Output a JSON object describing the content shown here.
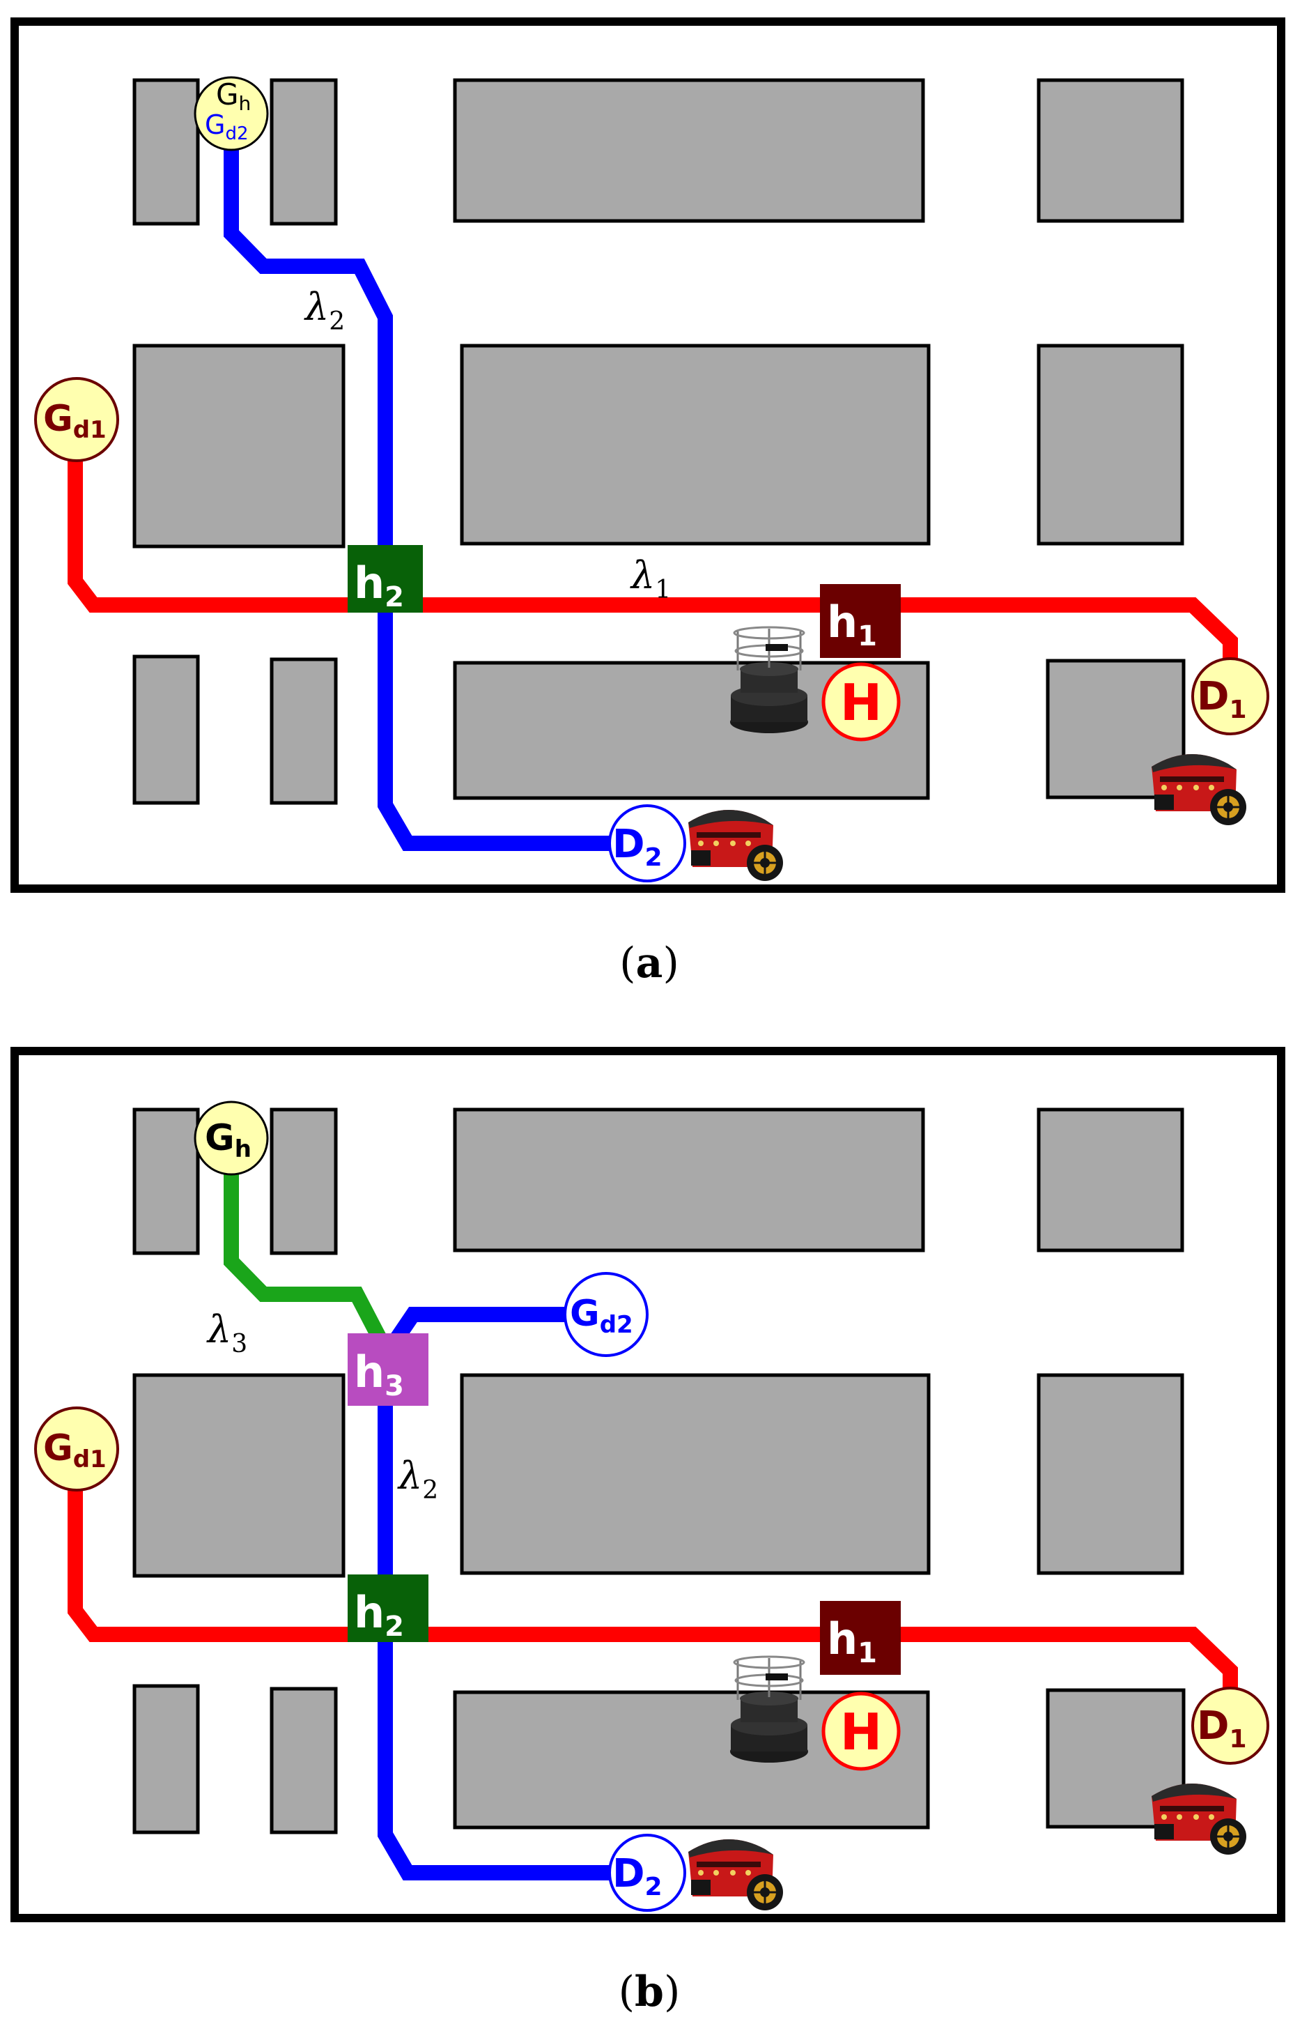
{
  "panels": [
    {
      "caption_open": "(",
      "caption_letter": "a",
      "caption_close": ")",
      "goal_h": {
        "main": "G",
        "sub": "h"
      },
      "goal_d2": {
        "main": "G",
        "sub": "d2"
      },
      "goal_d1": {
        "main": "G",
        "sub": "d1"
      },
      "lambda_1": {
        "main": "λ",
        "sub": "1"
      },
      "lambda_2": {
        "main": "λ",
        "sub": "2"
      },
      "h1": {
        "main": "h",
        "sub": "1"
      },
      "h2": {
        "main": "h",
        "sub": "2"
      },
      "human": "H",
      "d1": {
        "main": "D",
        "sub": "1"
      },
      "d2": {
        "main": "D",
        "sub": "2"
      }
    },
    {
      "caption_open": "(",
      "caption_letter": "b",
      "caption_close": ")",
      "goal_h": {
        "main": "G",
        "sub": "h"
      },
      "goal_d2": {
        "main": "G",
        "sub": "d2"
      },
      "goal_d1": {
        "main": "G",
        "sub": "d1"
      },
      "lambda_3": {
        "main": "λ",
        "sub": "3"
      },
      "lambda_2": {
        "main": "λ",
        "sub": "2"
      },
      "h3": {
        "main": "h",
        "sub": "3"
      },
      "h2": {
        "main": "h",
        "sub": "2"
      },
      "h1": {
        "main": "h",
        "sub": "1"
      },
      "human": "H",
      "d1": {
        "main": "D",
        "sub": "1"
      },
      "d2": {
        "main": "D",
        "sub": "2"
      }
    }
  ],
  "colors": {
    "red_path": "#ff0000",
    "blue_path": "#0000ff",
    "green_path": "#1aa51a",
    "h1_box": "#6b0000",
    "h2_box": "#086108",
    "h3_box": "#b84cc0",
    "goal_fill": "#ffffaf",
    "obstacle": "#a9a9a9",
    "dark_red_text": "#7a0000",
    "human_red": "#ff0000"
  }
}
